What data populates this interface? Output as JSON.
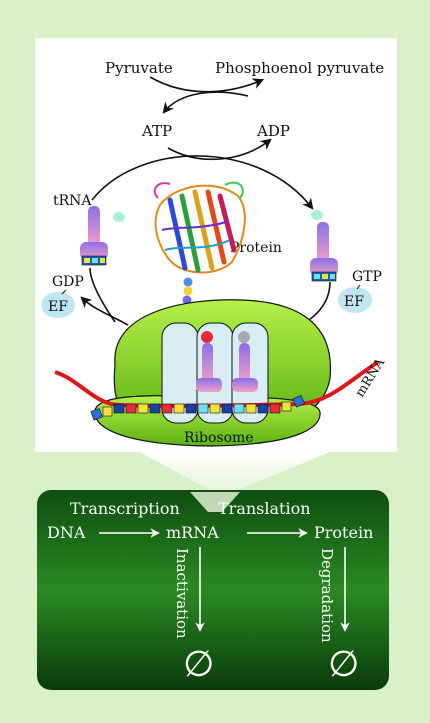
{
  "upper": {
    "pyruvate": "Pyruvate",
    "pep": "Phosphoenol pyruvate",
    "atp": "ATP",
    "adp": "ADP",
    "trna": "tRNA",
    "protein": "Protein",
    "gdp": "GDP",
    "ef_left": "EF",
    "gtp": "GTP",
    "ef_right": "EF",
    "mrna": "mRNA",
    "ribosome": "Ribosome"
  },
  "lower": {
    "transcription": "Transcription",
    "translation": "Translation",
    "dna": "DNA",
    "mrna": "mRNA",
    "protein": "Protein",
    "inactivation": "Inactivation",
    "degradation": "Degradation",
    "null_left": "∅",
    "null_right": "∅"
  },
  "colors": {
    "page_bg": "#d9f0c8",
    "ribosome_green": "#7fd11c",
    "lower_box": "#1f6e1a",
    "ef_blob": "#bfe6f2",
    "mrna_red": "#e0141b"
  }
}
